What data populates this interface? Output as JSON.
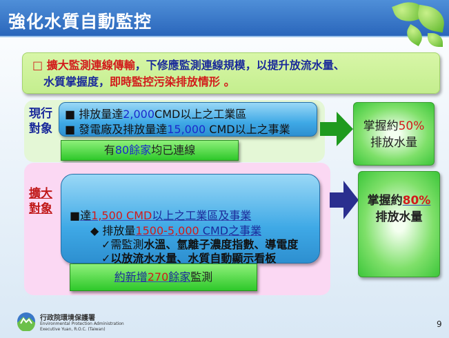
{
  "title": "強化水質自動監控",
  "intro": {
    "bullet": "□",
    "p1": "擴大監測連線傳輸",
    "p2": "，下修應監測連線規模，以提升放流水量、",
    "p3": "水質掌握度，",
    "p4": "即時監控污染排放情形",
    "p5": " 。"
  },
  "current": {
    "label1": "現行",
    "label2": "對象",
    "item1": {
      "bullet": "■",
      "a": "排放量達",
      "b": "2,000",
      "c": "CMD以上之工業區"
    },
    "item2": {
      "bullet": "■",
      "a": "發電廠及排放量達",
      "b": "15,000",
      "c": " CMD以上之事業"
    },
    "bar": {
      "a": "有",
      "b": "80餘家",
      "c": "均已連線"
    },
    "result": {
      "a": "掌握約",
      "b": "50%",
      "c": "排放水量"
    }
  },
  "expand": {
    "label1": "擴大",
    "label2": "對象",
    "item1": {
      "bullet": "■",
      "a": "達",
      "b": "1,500 CMD",
      "c": "以上之工業區及事業"
    },
    "item2": {
      "bullet": "◆",
      "a": " 排放量",
      "b": "1500-5,000",
      "c": " CMD之事業"
    },
    "item3": {
      "check": "✓",
      "a": "需監測",
      "b": "水溫、氫離子濃度指數、導電度"
    },
    "item4": {
      "check": "✓",
      "a": "以放流水水量、水質自動顯示看板"
    },
    "bar": {
      "a": "約新增",
      "b": "270",
      "c": "餘家",
      "d": "監測"
    },
    "result": {
      "a": "掌握約",
      "b": "80%",
      "c": "排放水量"
    }
  },
  "footer": {
    "org_zh": "行政院環境保護署",
    "org_en1": "Environmental Protection Administration",
    "org_en2": "Executive Yuan, R.O.C. (Taiwan)",
    "page": "9"
  },
  "colors": {
    "title_bar": "#2a66bb",
    "highlight_red": "#d21a1a",
    "highlight_blue": "#1a2acc"
  }
}
